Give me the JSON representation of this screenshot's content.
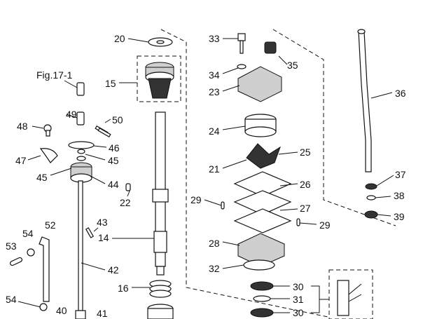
{
  "figure_ref": "Fig.17-1",
  "callouts": {
    "c20": "20",
    "c15": "15",
    "c33": "33",
    "c35": "35",
    "c34": "34",
    "c23": "23",
    "c36": "36",
    "c49": "49",
    "c50": "50",
    "c48": "48",
    "c46": "46",
    "c24": "24",
    "c47": "47",
    "c45a": "45",
    "c45b": "45",
    "c44": "44",
    "c25": "25",
    "c21": "21",
    "c26": "26",
    "c37": "37",
    "c38": "38",
    "c39": "39",
    "c22": "22",
    "c29a": "29",
    "c27": "27",
    "c29b": "29",
    "c43": "43",
    "c52": "52",
    "c54a": "54",
    "c14": "14",
    "c28": "28",
    "c53": "53",
    "c42": "42",
    "c32": "32",
    "c16": "16",
    "c30a": "30",
    "c31": "31",
    "c54b": "54",
    "c40": "40",
    "c41": "41",
    "c30b": "30"
  }
}
